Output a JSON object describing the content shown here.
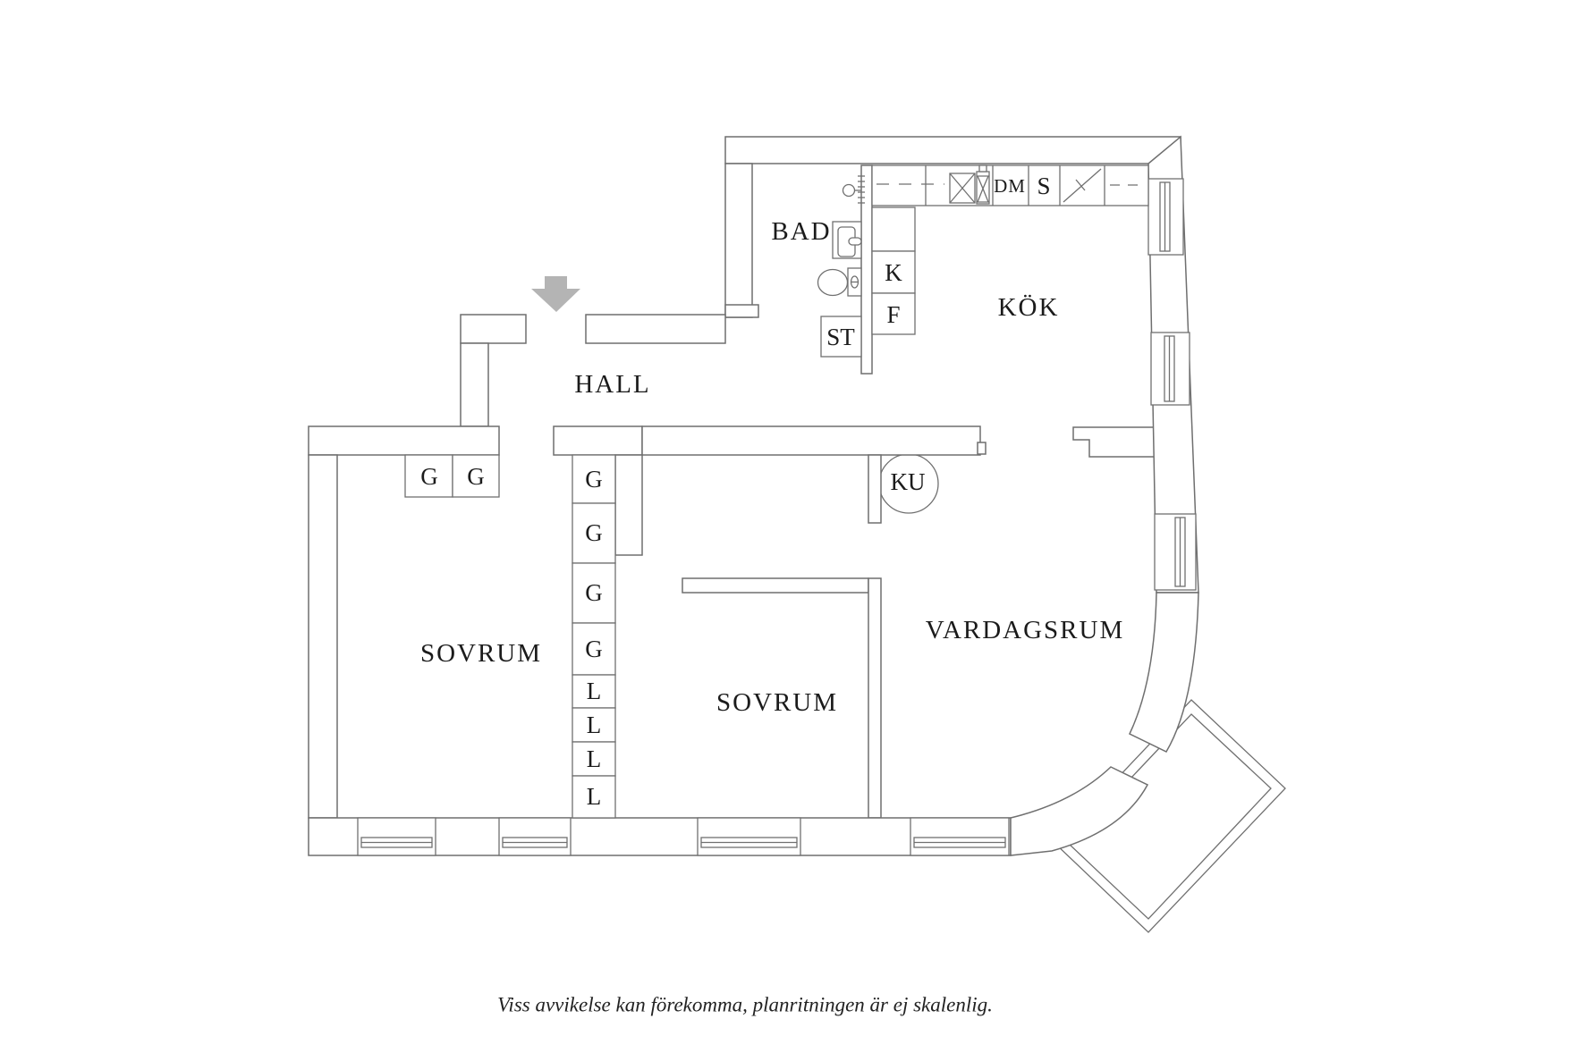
{
  "plan": {
    "rooms": [
      {
        "id": "bad",
        "label": "BAD"
      },
      {
        "id": "kok",
        "label": "KÖK"
      },
      {
        "id": "hall",
        "label": "HALL"
      },
      {
        "id": "sovrum1",
        "label": "SOVRUM"
      },
      {
        "id": "sovrum2",
        "label": "SOVRUM"
      },
      {
        "id": "vardagsrum",
        "label": "VARDAGSRUM"
      }
    ],
    "fixtures": {
      "st": "ST",
      "ku": "KU",
      "kyl": "K",
      "frys": "F",
      "diskmaskin": "DM",
      "spis": "S"
    },
    "wardrobes": {
      "pair": [
        "G",
        "G"
      ],
      "column": [
        "G",
        "G",
        "G",
        "G",
        "L",
        "L",
        "L",
        "L"
      ]
    },
    "footer": {
      "disclaimer": "Viss avvikelse kan förekomma, planritningen är ej skalenlig."
    },
    "colors": {
      "wall_line": "#6f6f6f",
      "text": "#1b1b1b",
      "entry_arrow": "#b4b4b4",
      "background": "#ffffff"
    }
  }
}
